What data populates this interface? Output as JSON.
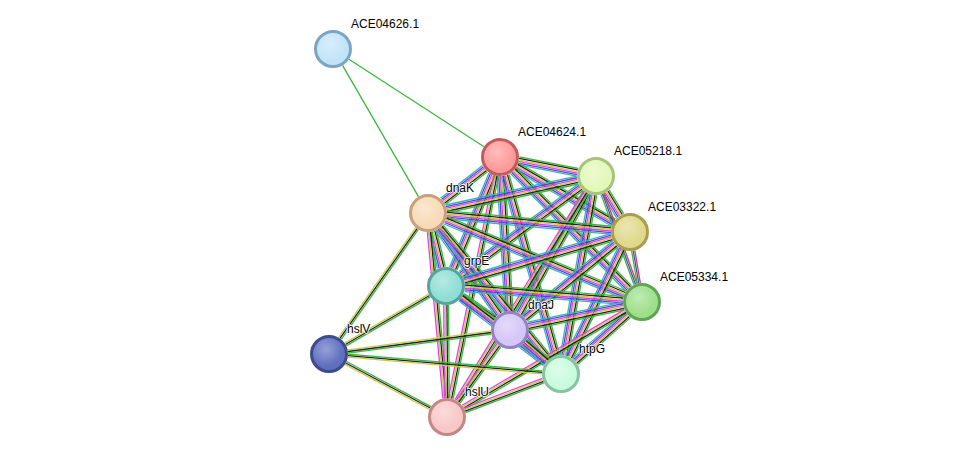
{
  "diagram": {
    "nodes": [
      {
        "text": [
          "ACE04626.1"
        ]
      },
      {
        "text": [
          "ACE04624.1"
        ]
      },
      {
        "text": [
          "ACE05218.1"
        ]
      },
      {
        "text": [
          "dnaK"
        ]
      },
      {
        "text": [
          "ACE03322.1"
        ]
      },
      {
        "text": [
          "grpE"
        ]
      },
      {
        "text": [
          "ACE05334.1"
        ]
      },
      {
        "text": [
          "dnaJ"
        ]
      },
      {
        "text": [
          "hslV"
        ]
      },
      {
        "text": [
          "htpG"
        ]
      },
      {
        "text": [
          "hslU"
        ]
      }
    ],
    "edges": [
      {
        "from": 0,
        "to": 1,
        "arrow": "none"
      },
      {
        "from": 0,
        "to": 3,
        "arrow": "none"
      },
      {
        "from": 1,
        "to": 2,
        "arrow": "none"
      },
      {
        "from": 1,
        "to": 3,
        "arrow": "none"
      },
      {
        "from": 1,
        "to": 4,
        "arrow": "none"
      },
      {
        "from": 1,
        "to": 5,
        "arrow": "none"
      },
      {
        "from": 1,
        "to": 6,
        "arrow": "none"
      },
      {
        "from": 1,
        "to": 7,
        "arrow": "none"
      },
      {
        "from": 1,
        "to": 9,
        "arrow": "none"
      },
      {
        "from": 1,
        "to": 10,
        "arrow": "none"
      },
      {
        "from": 2,
        "to": 3,
        "arrow": "none"
      },
      {
        "from": 2,
        "to": 4,
        "arrow": "none"
      },
      {
        "from": 2,
        "to": 5,
        "arrow": "none"
      },
      {
        "from": 2,
        "to": 6,
        "arrow": "none"
      },
      {
        "from": 2,
        "to": 7,
        "arrow": "none"
      },
      {
        "from": 2,
        "to": 9,
        "arrow": "none"
      },
      {
        "from": 2,
        "to": 10,
        "arrow": "none"
      },
      {
        "from": 3,
        "to": 4,
        "arrow": "none"
      },
      {
        "from": 3,
        "to": 5,
        "arrow": "none"
      },
      {
        "from": 3,
        "to": 6,
        "arrow": "none"
      },
      {
        "from": 3,
        "to": 7,
        "arrow": "none"
      },
      {
        "from": 3,
        "to": 8,
        "arrow": "none"
      },
      {
        "from": 3,
        "to": 9,
        "arrow": "none"
      },
      {
        "from": 3,
        "to": 10,
        "arrow": "none"
      },
      {
        "from": 4,
        "to": 5,
        "arrow": "none"
      },
      {
        "from": 4,
        "to": 6,
        "arrow": "none"
      },
      {
        "from": 4,
        "to": 7,
        "arrow": "none"
      },
      {
        "from": 4,
        "to": 9,
        "arrow": "none"
      },
      {
        "from": 5,
        "to": 6,
        "arrow": "none"
      },
      {
        "from": 5,
        "to": 7,
        "arrow": "none"
      },
      {
        "from": 5,
        "to": 8,
        "arrow": "none"
      },
      {
        "from": 5,
        "to": 9,
        "arrow": "none"
      },
      {
        "from": 5,
        "to": 10,
        "arrow": "none"
      },
      {
        "from": 6,
        "to": 7,
        "arrow": "none"
      },
      {
        "from": 6,
        "to": 9,
        "arrow": "none"
      },
      {
        "from": 6,
        "to": 10,
        "arrow": "none"
      },
      {
        "from": 7,
        "to": 8,
        "arrow": "none"
      },
      {
        "from": 7,
        "to": 9,
        "arrow": "none"
      },
      {
        "from": 7,
        "to": 10,
        "arrow": "none"
      },
      {
        "from": 8,
        "to": 9,
        "arrow": "none"
      },
      {
        "from": 8,
        "to": 10,
        "arrow": "none"
      },
      {
        "from": 9,
        "to": 10,
        "arrow": "none"
      }
    ]
  }
}
